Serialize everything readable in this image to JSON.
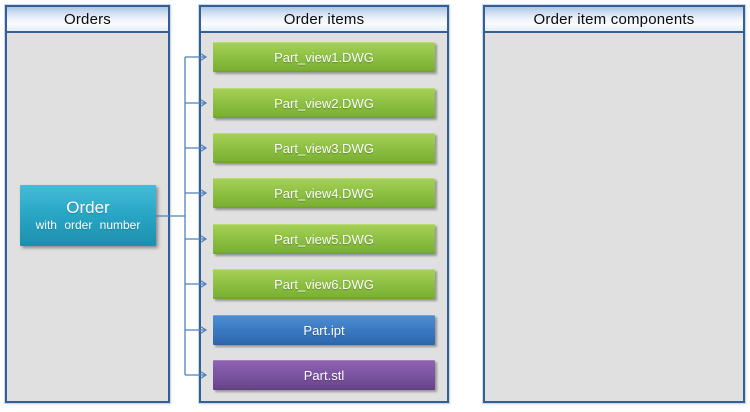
{
  "diagram": {
    "panels": [
      {
        "id": "orders",
        "title": "Orders"
      },
      {
        "id": "order_items",
        "title": "Order items"
      },
      {
        "id": "order_item_components",
        "title": "Order item components"
      }
    ],
    "order_box": {
      "title": "Order",
      "subtitle": "with order number"
    },
    "items": [
      {
        "label": "Part_view1.DWG",
        "type": "dwg"
      },
      {
        "label": "Part_view2.DWG",
        "type": "dwg"
      },
      {
        "label": "Part_view3.DWG",
        "type": "dwg"
      },
      {
        "label": "Part_view4.DWG",
        "type": "dwg"
      },
      {
        "label": "Part_view5.DWG",
        "type": "dwg"
      },
      {
        "label": "Part_view6.DWG",
        "type": "dwg"
      },
      {
        "label": "Part.ipt",
        "type": "ipt"
      },
      {
        "label": "Part.stl",
        "type": "stl"
      }
    ],
    "colors": {
      "panel_border": "#355E92",
      "panel_body": "#E0E0E0",
      "header_gradient_top": "#A9C4E3",
      "header_gradient_bottom": "#E4EDF7",
      "header_text": "#0B0B0B",
      "item_green": "#8CBF42",
      "item_blue": "#3A79C2",
      "item_purple": "#7B53A0",
      "order_teal": "#2AA7C6",
      "item_text": "#FFFFFF",
      "connector": "#4F81BD"
    }
  }
}
